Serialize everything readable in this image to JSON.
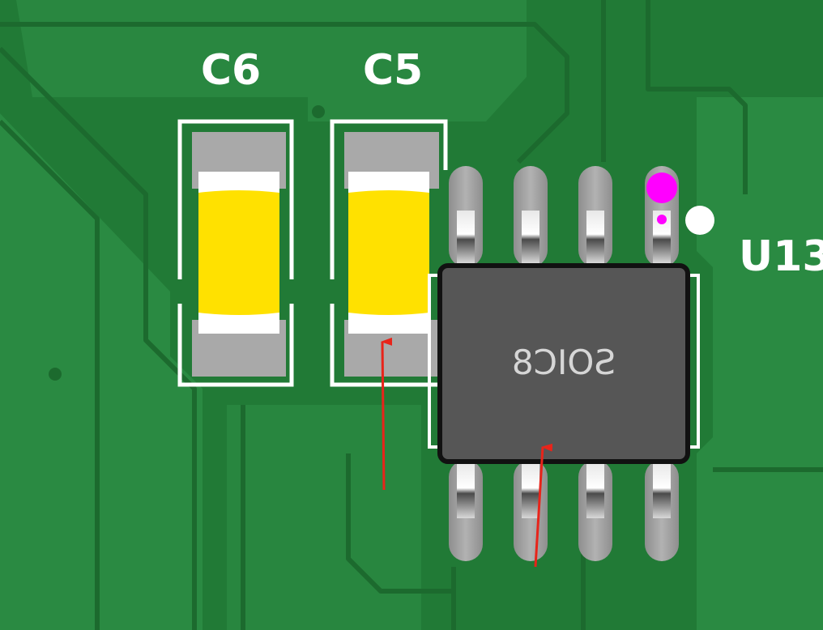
{
  "board": {
    "colors": {
      "board": "#217a36",
      "copper": "#2a8a42",
      "trace_edge": "#1c6a2e",
      "silkscreen": "#ffffff",
      "pad": "#a9a9a9",
      "cap_body": "#ffe100",
      "chip_body": "#565656",
      "pin1_marker": "#ff00ff",
      "arrow": "#e8241a"
    }
  },
  "components": {
    "c6": {
      "designator": "C6",
      "type": "capacitor"
    },
    "c5": {
      "designator": "C5",
      "type": "capacitor"
    },
    "u13": {
      "designator": "U13",
      "package_label": "SOIC8",
      "pin_count": 8
    }
  },
  "annotations": {
    "arrow_count": 2,
    "arrow_color": "#e8241a"
  }
}
